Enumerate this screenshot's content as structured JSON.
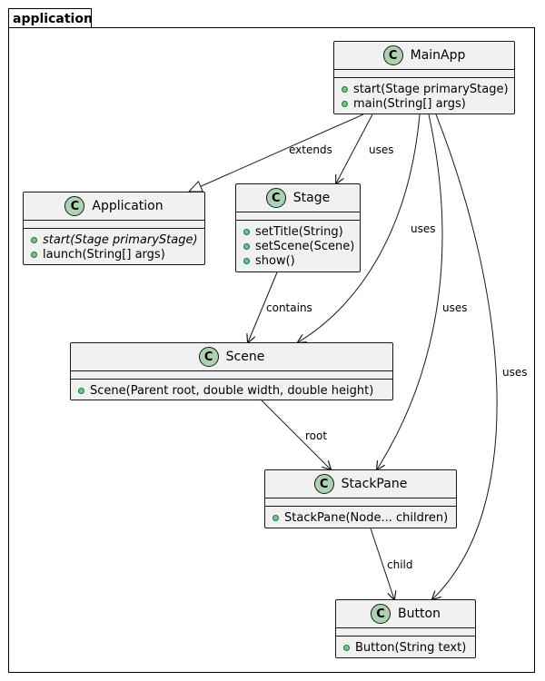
{
  "package": {
    "name": "application"
  },
  "classes": {
    "mainapp": {
      "icon": "C",
      "name": "MainApp",
      "methods": [
        "start(Stage primaryStage)",
        "main(String[] args)"
      ]
    },
    "application": {
      "icon": "C",
      "name": "Application",
      "methods": [
        "start(Stage primaryStage)",
        "launch(String[] args)"
      ]
    },
    "stage": {
      "icon": "C",
      "name": "Stage",
      "methods": [
        "setTitle(String)",
        "setScene(Scene)",
        "show()"
      ]
    },
    "scene": {
      "icon": "C",
      "name": "Scene",
      "methods": [
        "Scene(Parent root, double width, double height)"
      ]
    },
    "stackpane": {
      "icon": "C",
      "name": "StackPane",
      "methods": [
        "StackPane(Node... children)"
      ]
    },
    "button": {
      "icon": "C",
      "name": "Button",
      "methods": [
        "Button(String text)"
      ]
    }
  },
  "relations": [
    {
      "from": "MainApp",
      "to": "Application",
      "label": "extends",
      "kind": "inheritance"
    },
    {
      "from": "MainApp",
      "to": "Stage",
      "label": "uses",
      "kind": "dependency"
    },
    {
      "from": "MainApp",
      "to": "Scene",
      "label": "uses",
      "kind": "dependency"
    },
    {
      "from": "MainApp",
      "to": "StackPane",
      "label": "uses",
      "kind": "dependency"
    },
    {
      "from": "MainApp",
      "to": "Button",
      "label": "uses",
      "kind": "dependency"
    },
    {
      "from": "Stage",
      "to": "Scene",
      "label": "contains",
      "kind": "dependency"
    },
    {
      "from": "Scene",
      "to": "StackPane",
      "label": "root",
      "kind": "dependency"
    },
    {
      "from": "StackPane",
      "to": "Button",
      "label": "child",
      "kind": "dependency"
    }
  ]
}
